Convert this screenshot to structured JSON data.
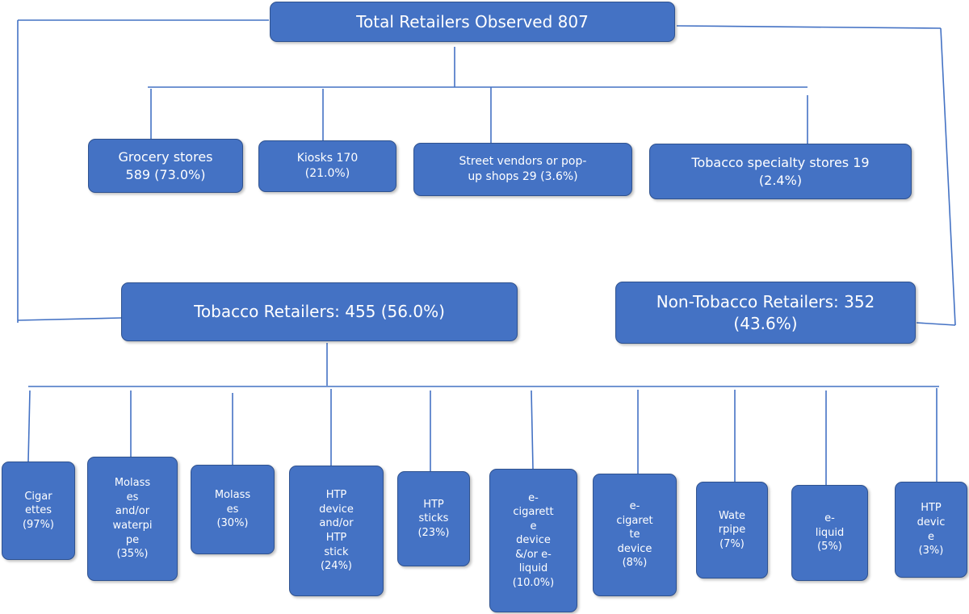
{
  "root": {
    "label": "Total Retailers Observed 807"
  },
  "store_types": [
    {
      "label": "Grocery stores\n589 (73.0%)"
    },
    {
      "label": "Kiosks 170\n(21.0%)"
    },
    {
      "label": "Street vendors or pop-\nup shops 29 (3.6%)"
    },
    {
      "label": "Tobacco specialty stores 19\n(2.4%)"
    }
  ],
  "tobacco_retailers": {
    "label": "Tobacco Retailers: 455 (56.0%)"
  },
  "non_tobacco_retailers": {
    "label": "Non-Tobacco Retailers: 352\n(43.6%)"
  },
  "products": [
    {
      "label": "Cigar\nettes\n(97%)"
    },
    {
      "label": "Molass\nes\nand/or\nwaterpi\npe\n(35%)"
    },
    {
      "label": "Molass\nes\n(30%)"
    },
    {
      "label": "HTP\ndevice\nand/or\nHTP\nstick\n(24%)"
    },
    {
      "label": "HTP\nsticks\n(23%)"
    },
    {
      "label": "e-\ncigarett\ne\ndevice\n&/or e-\nliquid\n(10.0%)"
    },
    {
      "label": "e-\ncigaret\nte\ndevice\n(8%)"
    },
    {
      "label": "Wate\nrpipe\n(7%)"
    },
    {
      "label": "e-\nliquid\n(5%)"
    },
    {
      "label": "HTP\ndevic\ne\n(3%)"
    }
  ],
  "colors": {
    "box_fill": "#4472c4",
    "box_border": "#2f528f",
    "connector": "#4472c4",
    "text": "#ffffff"
  }
}
